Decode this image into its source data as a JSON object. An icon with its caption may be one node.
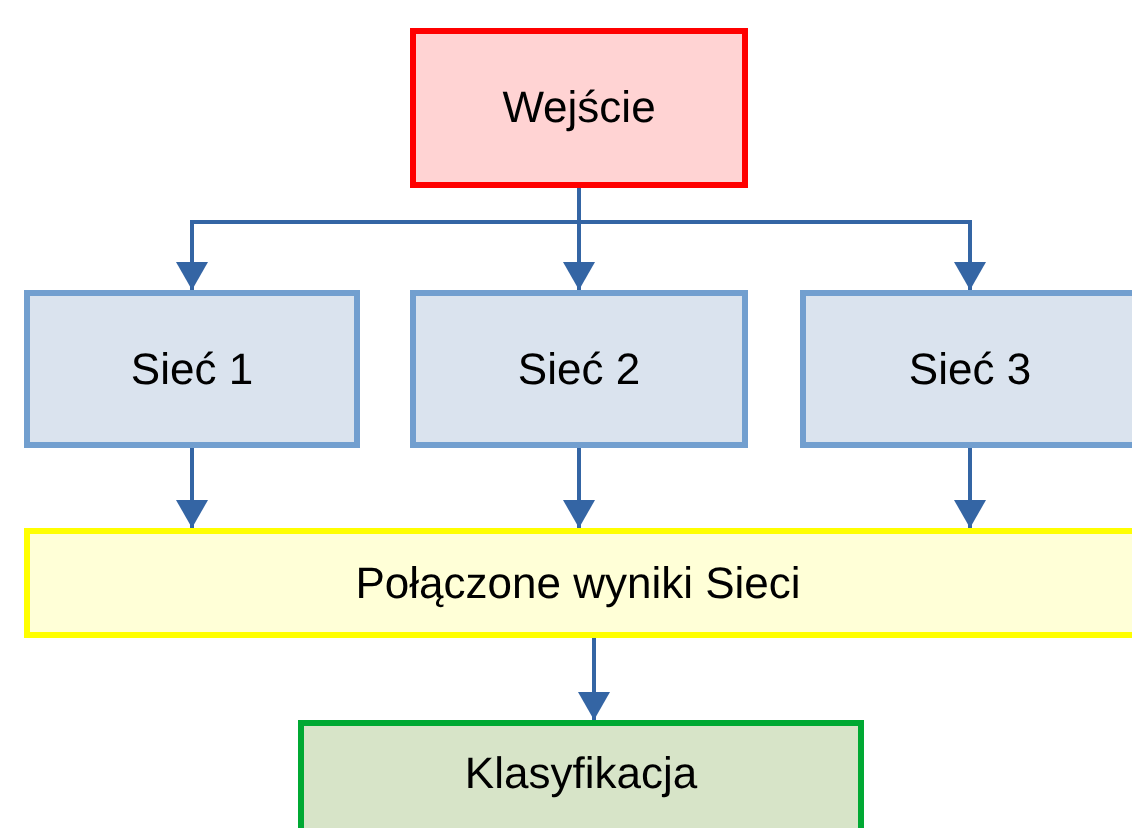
{
  "diagram": {
    "nodes": [
      {
        "text": [
          "Wejście"
        ]
      },
      {
        "text": [
          "Sieć 1"
        ]
      },
      {
        "text": [
          "Sieć 2"
        ]
      },
      {
        "text": [
          "Sieć 3"
        ]
      },
      {
        "text": [
          "Połączone wyniki Sieci"
        ]
      },
      {
        "text": [
          "Klasyfikacja"
        ]
      }
    ],
    "edges": [
      {
        "from": 0,
        "to": 1,
        "arrow": "to"
      },
      {
        "from": 0,
        "to": 2,
        "arrow": "to"
      },
      {
        "from": 0,
        "to": 3,
        "arrow": "to"
      },
      {
        "from": 1,
        "to": 4,
        "arrow": "to"
      },
      {
        "from": 2,
        "to": 4,
        "arrow": "to"
      },
      {
        "from": 3,
        "to": 4,
        "arrow": "to"
      },
      {
        "from": 4,
        "to": 5,
        "arrow": "to"
      }
    ]
  }
}
